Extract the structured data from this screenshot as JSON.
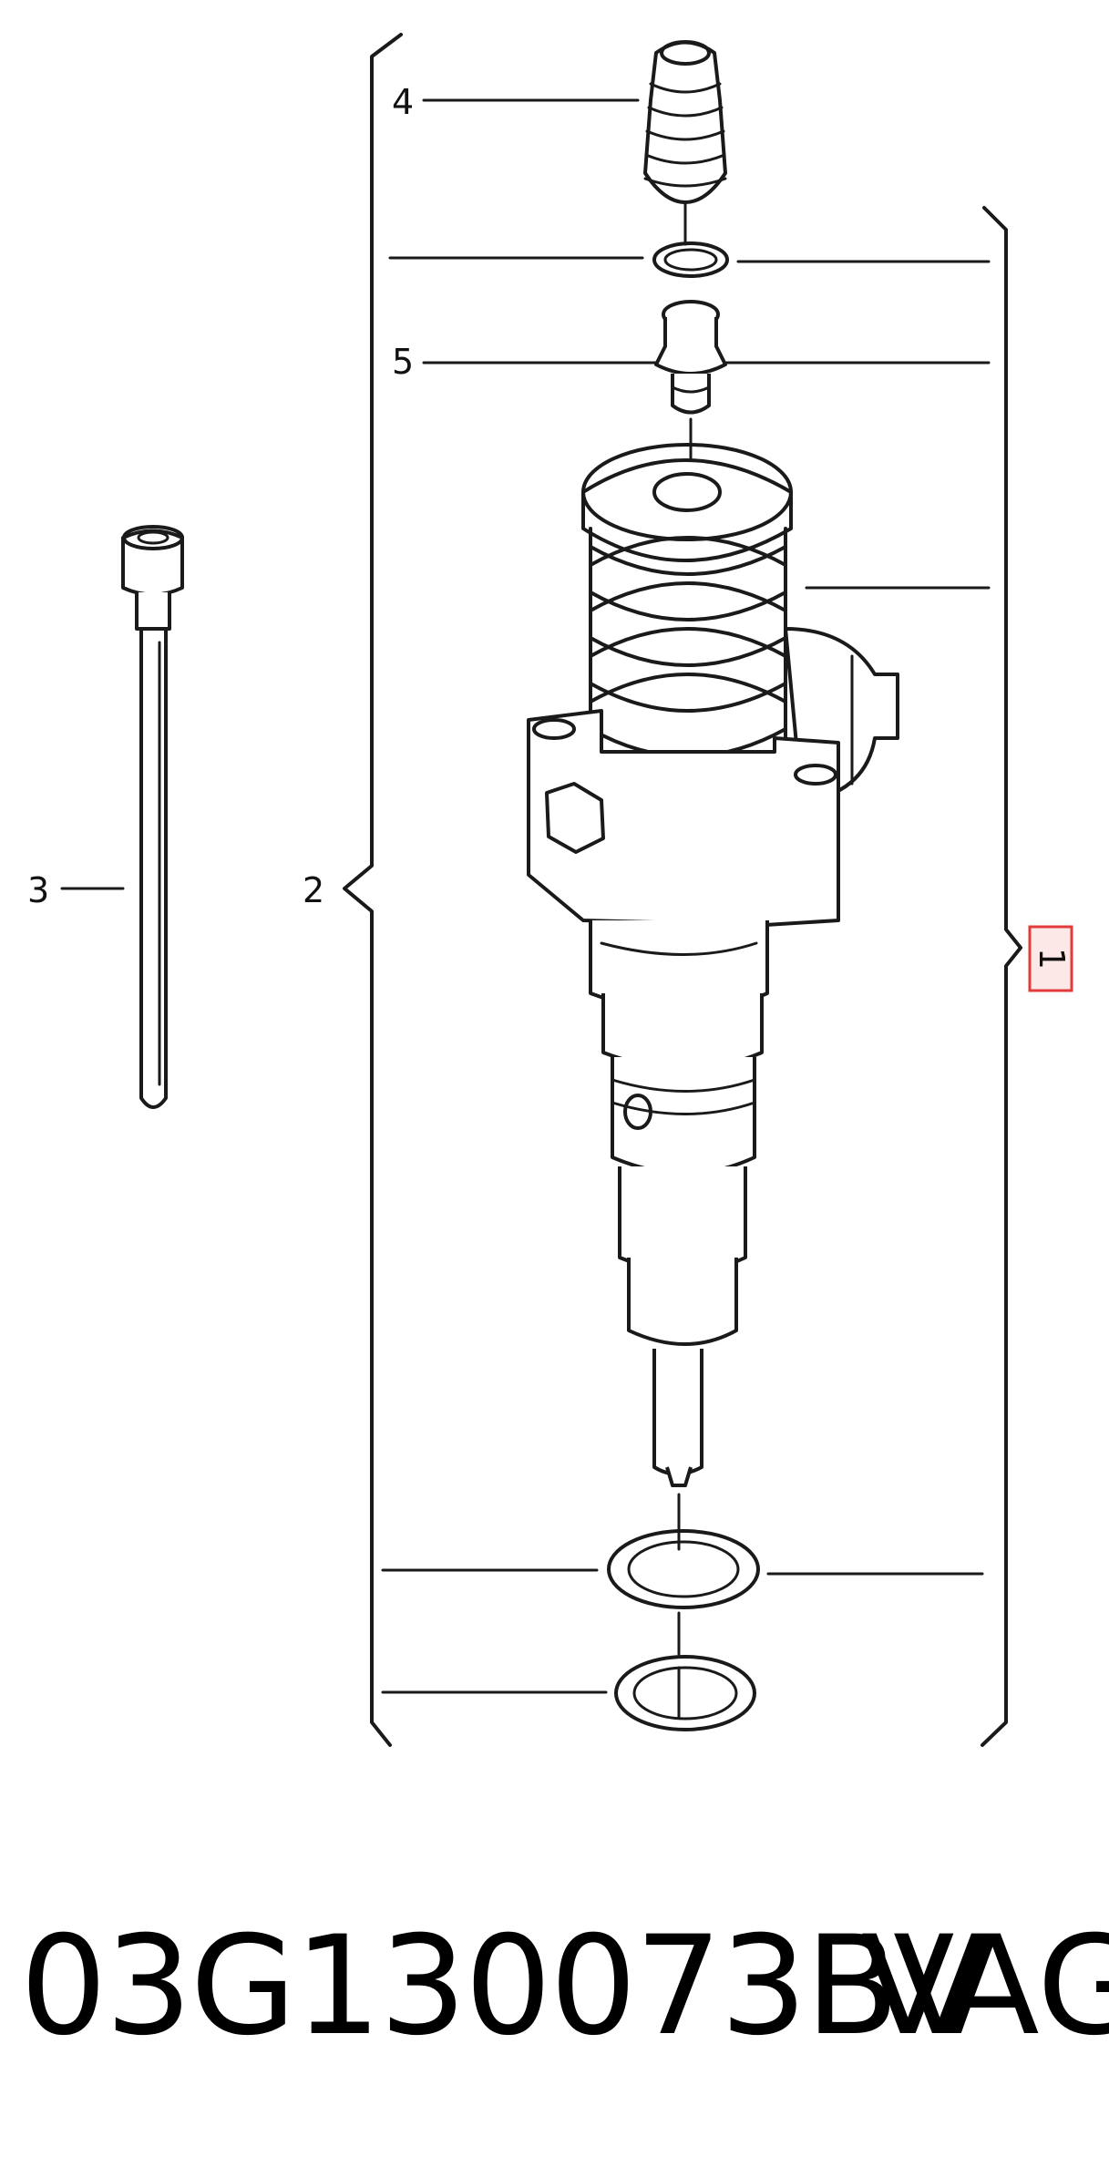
{
  "diagram": {
    "callouts": {
      "c1": "1",
      "c2": "2",
      "c3": "3",
      "c4": "4",
      "c5": "5"
    },
    "highlight_color": "#e23b3b"
  },
  "caption": {
    "part_number": "03G130073BV",
    "brand": "VAG"
  }
}
